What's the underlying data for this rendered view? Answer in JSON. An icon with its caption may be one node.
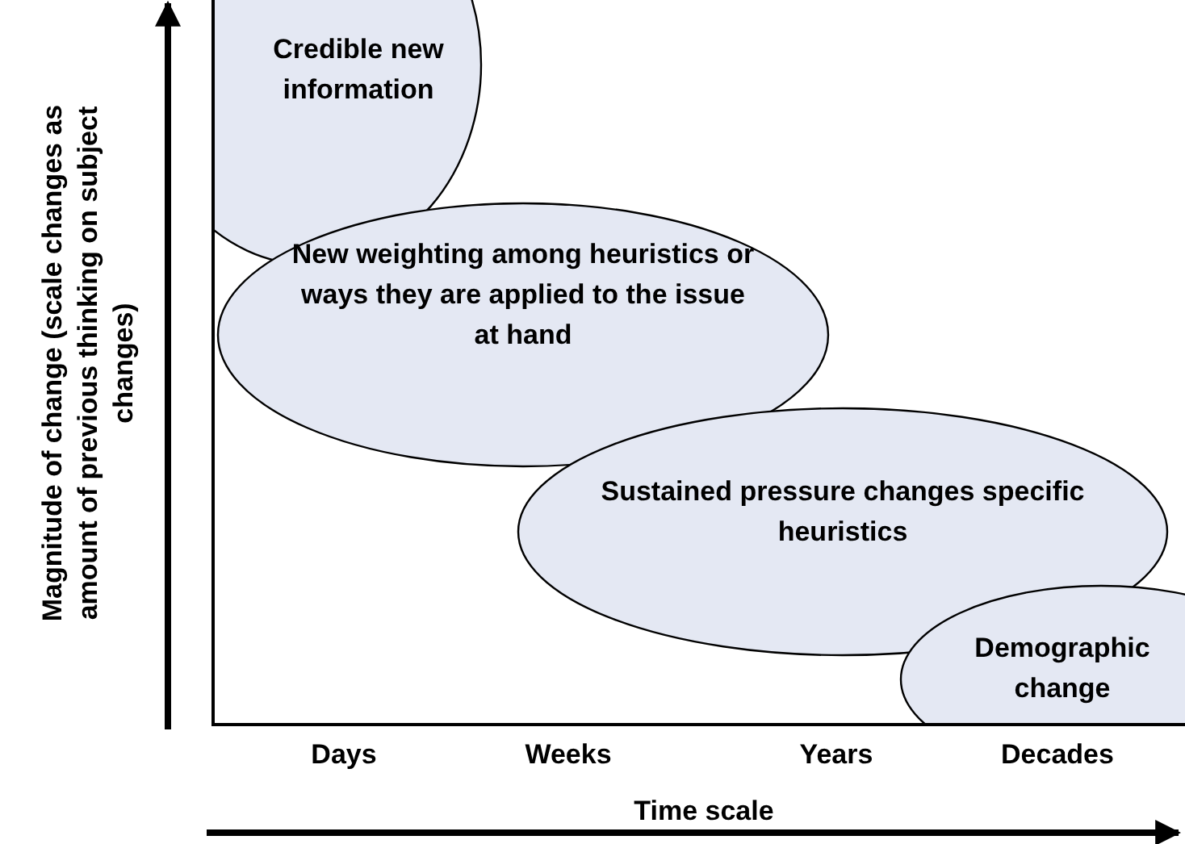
{
  "diagram": {
    "nodes": [
      {
        "text": [
          "Credible new information"
        ]
      },
      {
        "text": [
          "New weighting among heuristics or ways they are applied to the issue at hand"
        ]
      },
      {
        "text": [
          "Sustained pressure changes specific heuristics"
        ]
      },
      {
        "text": [
          "Demographic change"
        ]
      }
    ],
    "labels": [
      "Magnitude of change (scale changes as amount of previous thinking on subject changes)",
      "Days",
      "Weeks",
      "Years",
      "Decades",
      "Time scale"
    ]
  }
}
